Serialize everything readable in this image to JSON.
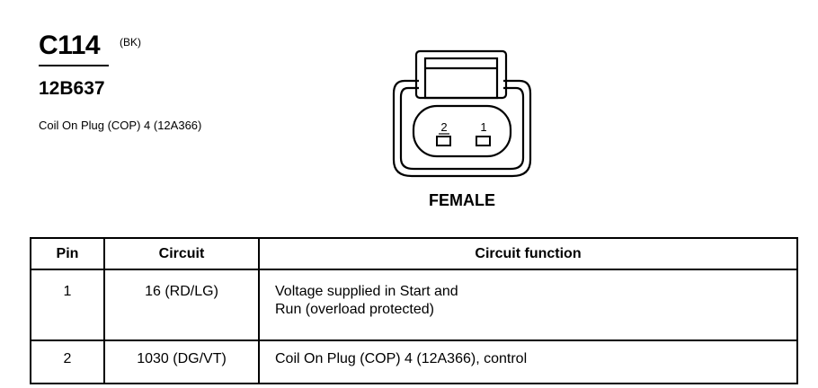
{
  "connector": {
    "id": "C114",
    "color": "(BK)",
    "part_number": "12B637",
    "description": "Coil On Plug (COP) 4 (12A366)",
    "gender": "FEMALE",
    "cavity_labels": [
      "2",
      "1"
    ]
  },
  "table": {
    "headers": {
      "pin": "Pin",
      "circuit": "Circuit",
      "function": "Circuit function"
    },
    "rows": [
      {
        "pin": "1",
        "circuit": "16 (RD/LG)",
        "function_lines": [
          "Voltage supplied in Start and",
          "Run (overload protected)"
        ]
      },
      {
        "pin": "2",
        "circuit": "1030 (DG/VT)",
        "function_lines": [
          "Coil On Plug (COP) 4 (12A366), control"
        ]
      }
    ]
  }
}
